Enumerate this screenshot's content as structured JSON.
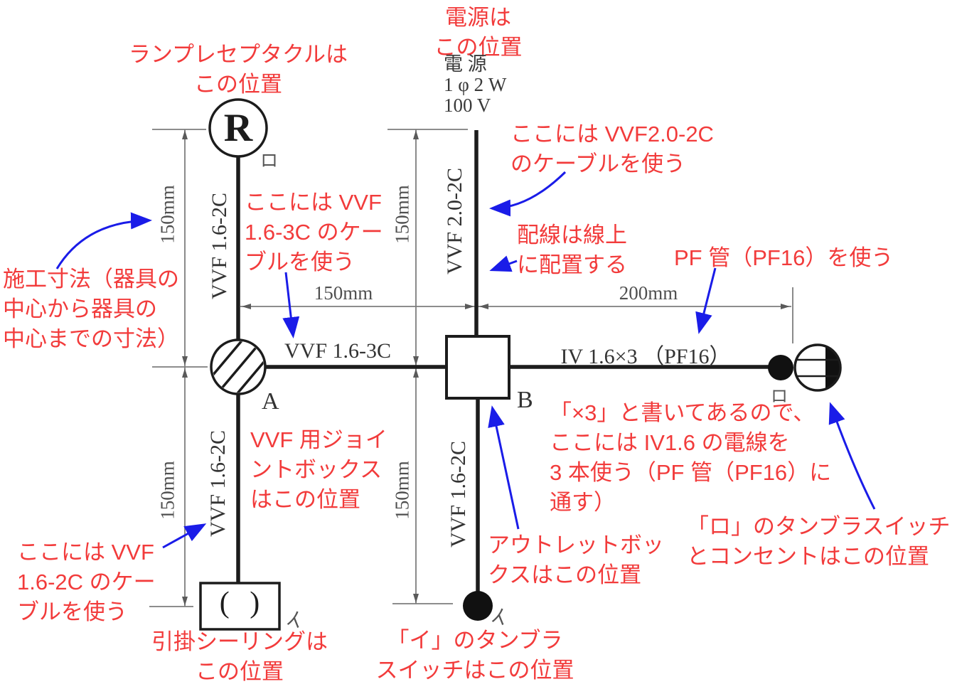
{
  "colors": {
    "annotation_red": "#f23b3b",
    "arrow_blue": "#1a1ce8",
    "wire_black": "#1c1c1c",
    "dimension_gray": "#7d7d7d"
  },
  "source": {
    "label": "電 源\n1 φ 2 W\n100 V"
  },
  "devices": {
    "lamp_receptacle_letter": "R",
    "lamp_circuit_mark": "ロ",
    "joint_box_label": "A",
    "outlet_box_label": "B",
    "rosette_glyph": "( )",
    "rosette_circuit_mark": "イ",
    "switch_i_mark": "イ",
    "switch_ro_mark": "ロ"
  },
  "cables": {
    "left_top": "VVF 1.6-2C",
    "left_bottom": "VVF 1.6-2C",
    "power_drop": "VVF 2.0-2C",
    "middle_bottom": "VVF 1.6-2C",
    "joint_to_box": "VVF 1.6-3C",
    "box_to_outlet": "IV 1.6×3 （PF16）"
  },
  "dimensions": {
    "left_top": "150mm",
    "left_bottom": "150mm",
    "mid_top": "150mm",
    "mid_bottom": "150mm",
    "horizontal_left": "150mm",
    "horizontal_right": "200mm"
  },
  "annotations": {
    "lamp": "ランプレセプタクルは\nこの位置",
    "power": "電源は\nこの位置",
    "vvf20": "ここには VVF2.0-2C\nのケーブルを使う",
    "on_line": "配線は線上\nに配置する",
    "pf_pipe": "PF 管（PF16）を使う",
    "install_dims": "施工寸法（器具の\n中心から器具の\n中心までの寸法）",
    "vvf163": "ここには VVF\n1.6-3C のケー\nブルを使う",
    "joint_box": "VVF 用ジョイ\nントボックス\nはこの位置",
    "vvf162": "ここには VVF\n1.6-2C のケー\nブルを使う",
    "rosette": "引掛シーリングは\nこの位置",
    "i_switch": "「イ」のタンブラ\nスイッチはこの位置",
    "outlet_box": "アウトレットボッ\nクスはこの位置",
    "x3": "「×3」と書いてあるので、\nここには IV1.6 の電線を\n3 本使う（PF 管（PF16）に\n通す）",
    "ro_switch": "「ロ」のタンブラスイッチ\nとコンセントはこの位置"
  }
}
